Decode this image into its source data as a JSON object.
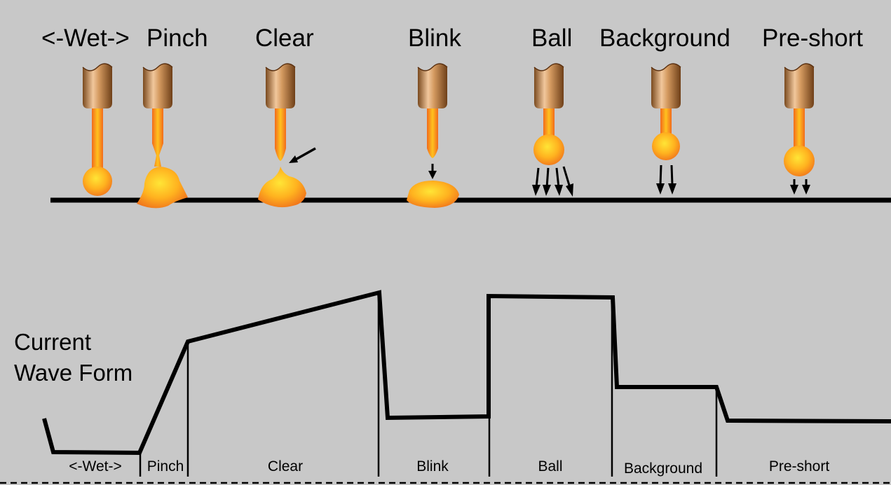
{
  "top_labels": [
    "<-Wet->",
    "Pinch",
    "Clear",
    "Blink",
    "Ball",
    "Background",
    "Pre-short"
  ],
  "side_label": {
    "line1": "Current",
    "line2": "Wave Form"
  },
  "bottom_labels": [
    "<-Wet->",
    "Pinch",
    "Clear",
    "Blink",
    "Ball",
    "Background",
    "Pre-short"
  ],
  "colors": {
    "background": "#c8c8c8",
    "line": "#000000",
    "copper_light": "#f1c79c",
    "copper_dark": "#7a4a1f",
    "molten_core": "#ffd21f",
    "molten_edge": "#f0741c"
  }
}
